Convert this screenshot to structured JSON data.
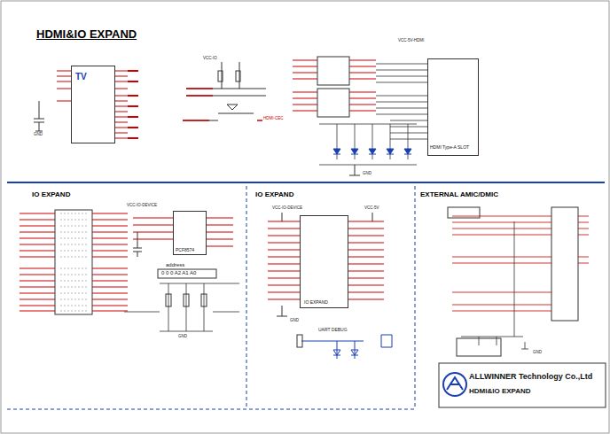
{
  "diagram": {
    "title": "HDMI&IO EXPAND",
    "nodes": [
      {
        "text": [
          "TV"
        ]
      },
      {
        "text": [
          "HDMI Type-A SLOT"
        ]
      },
      {
        "text": [
          "PCF8574"
        ]
      },
      {
        "text": [
          "IO EXPAND"
        ]
      },
      {
        "text": [
          "ALLWINNER Technology Co.,Ltd",
          "HDMI&IO EXPAND"
        ]
      }
    ],
    "labels": [
      "IO EXPAND",
      "IO EXPAND",
      "EXTERNAL AMIC/DMIC",
      "UART DEBUG",
      "address",
      "0 0 0 A2 A1 A0",
      "VCC-5V-HDMI",
      "VCC-IO",
      "GND",
      "GND",
      "GND",
      "GND",
      "VCC-5V",
      "GND",
      "VCC-IO-DEVICE",
      "VCC-IO-DEVICE",
      "HDMI-CEC"
    ]
  }
}
